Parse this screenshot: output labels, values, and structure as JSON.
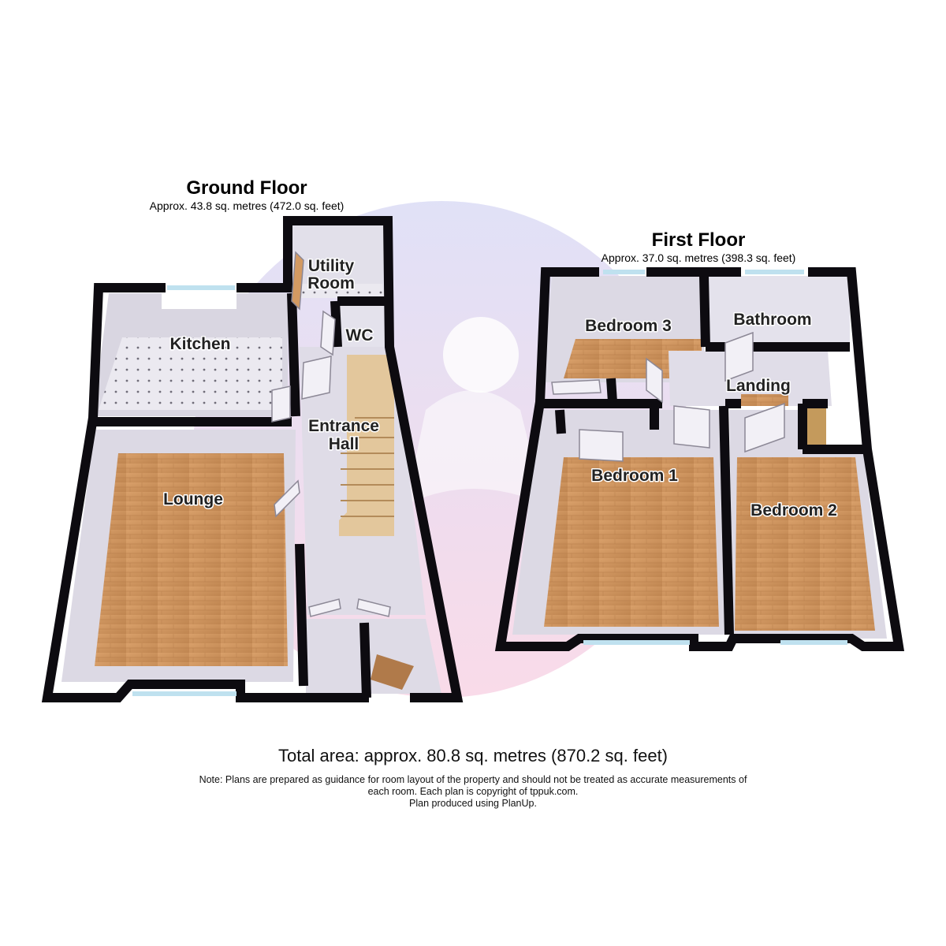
{
  "ground_floor": {
    "title": "Ground Floor",
    "area": "Approx. 43.8 sq. metres (472.0 sq. feet)",
    "rooms": {
      "kitchen": "Kitchen",
      "utility_line1": "Utility",
      "utility_line2": "Room",
      "wc": "WC",
      "entrance_line1": "Entrance",
      "entrance_line2": "Hall",
      "lounge": "Lounge"
    }
  },
  "first_floor": {
    "title": "First Floor",
    "area": "Approx. 37.0 sq. metres (398.3 sq. feet)",
    "rooms": {
      "bedroom3": "Bedroom 3",
      "bathroom": "Bathroom",
      "landing": "Landing",
      "bedroom1": "Bedroom 1",
      "bedroom2": "Bedroom 2"
    }
  },
  "total_area": "Total area: approx. 80.8 sq. metres (870.2 sq. feet)",
  "note": {
    "line1": "Note: Plans are prepared as guidance for room layout of the property and should not be treated as accurate measurements of",
    "line2": "each room. Each plan is copyright of tppuk.com.",
    "line3": "Plan produced using PlanUp."
  },
  "colors": {
    "wall": "#0d0b10",
    "floor_wood": "#c98e55",
    "floor_tile": "#e9e7ee",
    "wall_inner": "#dedbe6",
    "watermark_blue": "#cfd0f2",
    "watermark_pink": "#f4c0d8"
  }
}
